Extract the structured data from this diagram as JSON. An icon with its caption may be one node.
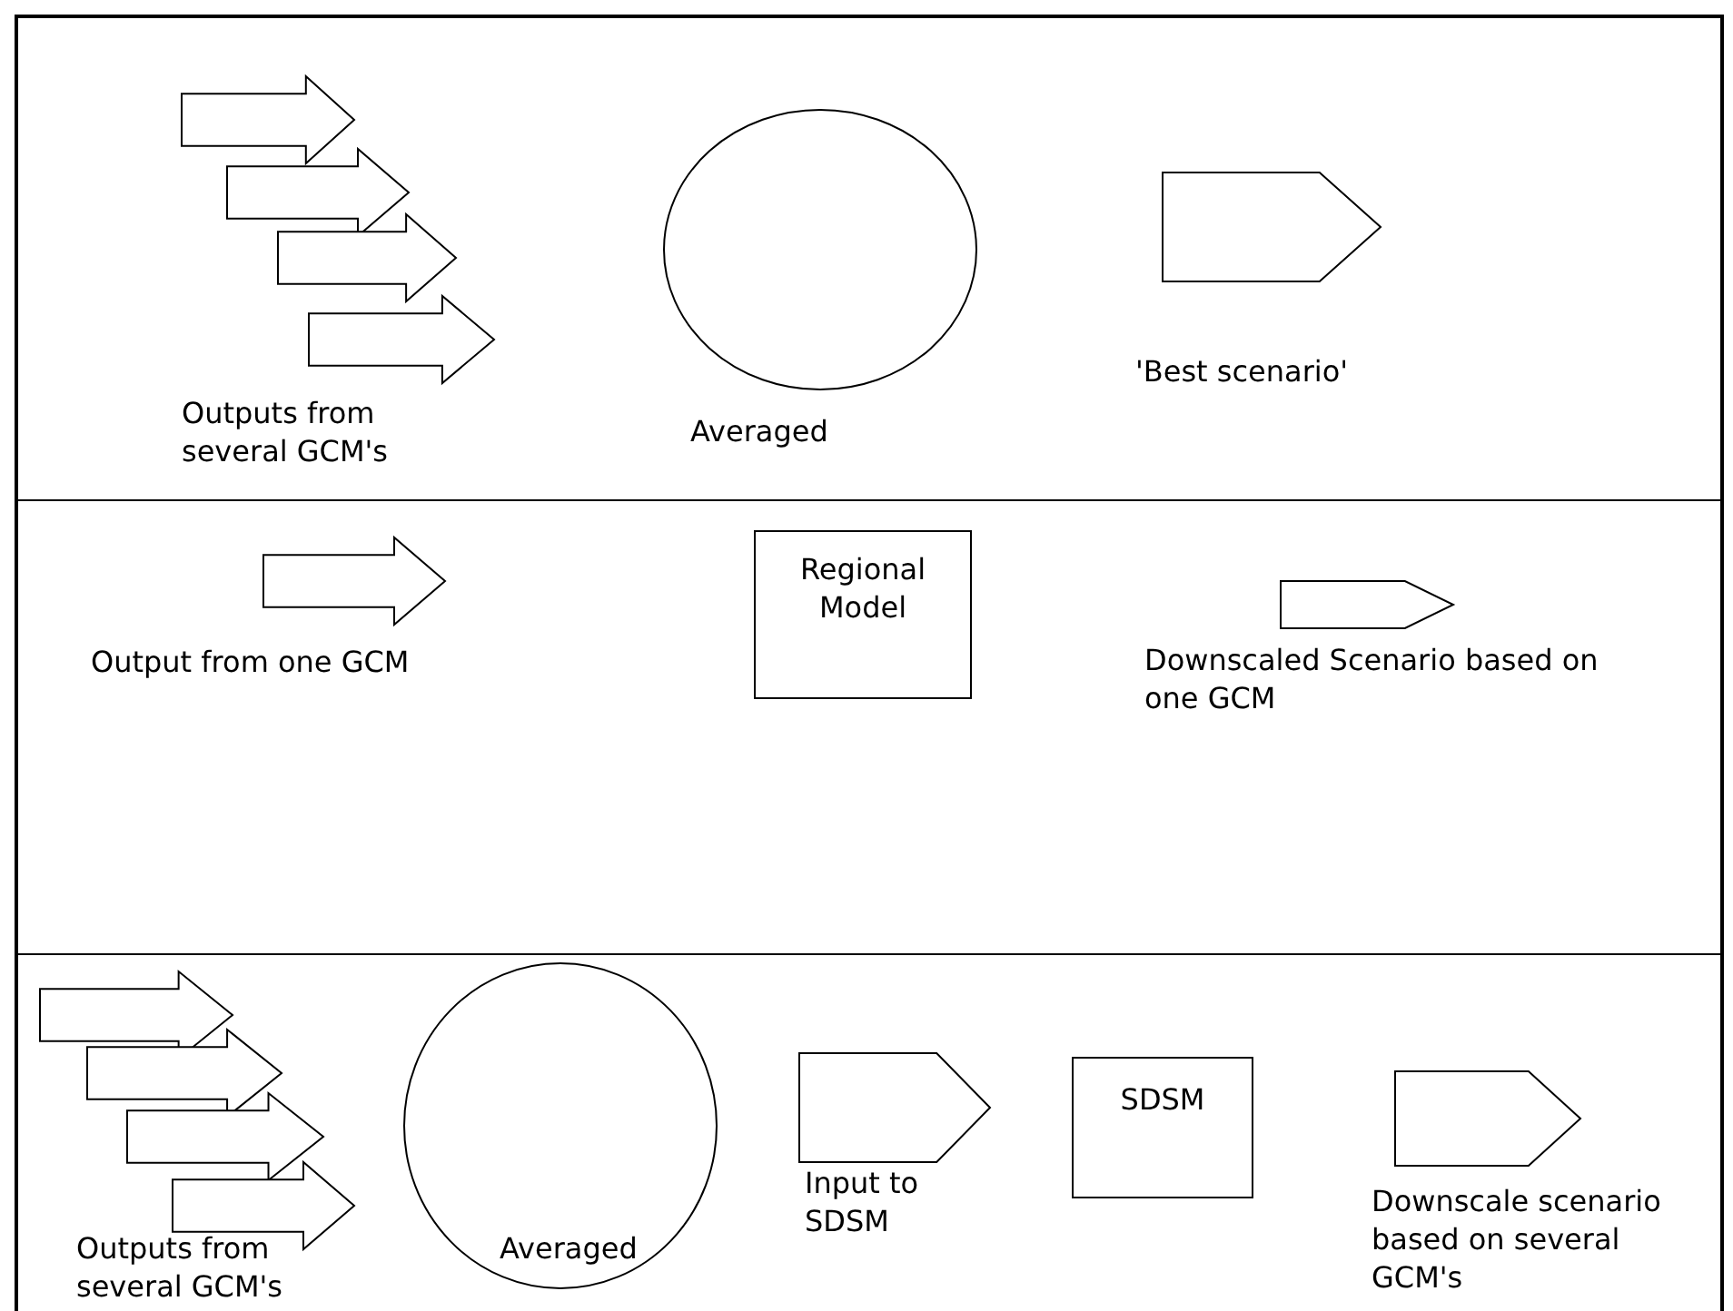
{
  "diagram": {
    "nodes": [
      {
        "text": [],
        "shape": "arrows"
      },
      {
        "text": [
          "Averaged"
        ]
      },
      {
        "text": [
          "'Best scenario'"
        ]
      },
      {
        "text": [],
        "shape": "arrow"
      },
      {
        "text": [
          "Regional Model"
        ]
      },
      {
        "text": [
          "Downscaled Scenario based on one GCM"
        ]
      },
      {
        "text": [],
        "shape": "arrows"
      },
      {
        "text": [
          "Averaged"
        ]
      },
      {
        "text": [
          "Input to SDSM"
        ]
      },
      {
        "text": [
          "SDSM"
        ]
      },
      {
        "text": [
          "Downscale scenario based on several GCM's"
        ]
      }
    ],
    "labels": [
      "Outputs from several GCM's",
      "Output from one GCM",
      "Outputs from several GCM's"
    ]
  }
}
